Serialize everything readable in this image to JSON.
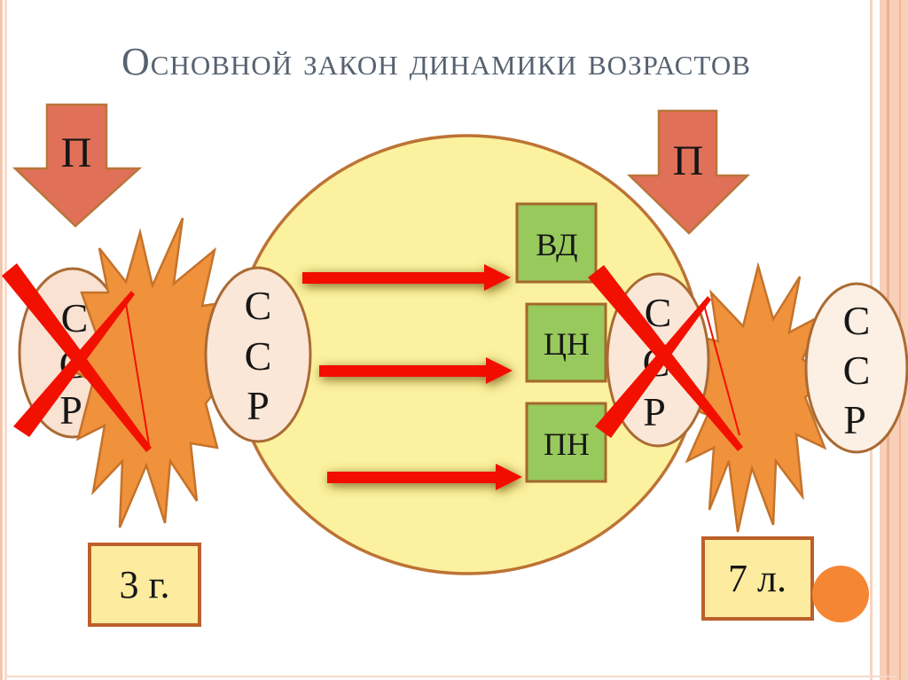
{
  "title": "Основной закон динамики возрастов",
  "pressure_arrows": {
    "left_label": "П",
    "right_label": "П"
  },
  "ssr_letters": [
    "С",
    "С",
    "Р"
  ],
  "neoplasm_boxes": [
    {
      "label": "ВД"
    },
    {
      "label": "ЦН"
    },
    {
      "label": "ПН"
    }
  ],
  "age_markers": {
    "left": "3 г.",
    "right": "7 л."
  },
  "colors": {
    "title_text": "#57626F",
    "big_circle_fill": "#FBF19E",
    "big_circle_border": "#BD7334",
    "ellipse_fill": "#FBE7D8",
    "ellipse_fill_light": "#FCEFE3",
    "ellipse_border": "#AA6A33",
    "green_box_fill": "#97C95C",
    "green_box_border": "#A4682B",
    "starburst_fill": "#F0913C",
    "starburst_border": "#C4732A",
    "down_arrow_fill": "#E07058",
    "down_arrow_border": "#B9763A",
    "red_accent": "#F21000",
    "age_box_fill": "#FDEC9F",
    "age_box_border": "#BD5F2A",
    "orange_dot": "#F58634",
    "edge_stripe": "#F5CBB2"
  }
}
